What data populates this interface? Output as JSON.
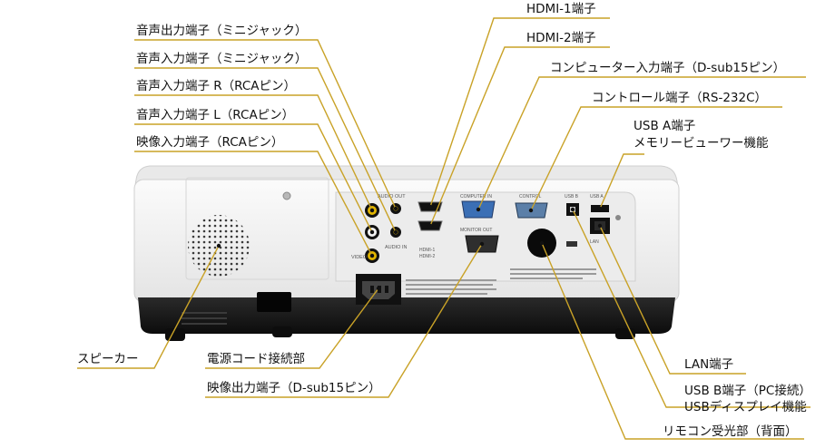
{
  "callouts": {
    "audio_out": "音声出力端子（ミニジャック）",
    "audio_in": "音声入力端子（ミニジャック）",
    "audio_r": "音声入力端子 R（RCAピン）",
    "audio_l": "音声入力端子 L（RCAピン）",
    "video_in": "映像入力端子（RCAピン）",
    "hdmi1": "HDMI-1端子",
    "hdmi2": "HDMI-2端子",
    "computer_in": "コンピューター入力端子（D-sub15ピン）",
    "control": "コントロール端子（RS-232C）",
    "usb_a_line1": "USB A端子",
    "usb_a_line2": "メモリービューワー機能",
    "speaker": "スピーカー",
    "power": "電源コード接続部",
    "monitor_out": "映像出力端子（D-sub15ピン）",
    "lan": "LAN端子",
    "usb_b_line1": "USB B端子（PC接続）",
    "usb_b_line2": "USBディスプレイ機能",
    "remote": "リモコン受光部（背面）"
  },
  "panel": {
    "audio_out": "AUDIO OUT",
    "audio_in": "AUDIO IN",
    "video": "VIDEO",
    "computer_in": "COMPUTER IN",
    "monitor_out": "MONITOR OUT",
    "control": "CONTROL",
    "usb_b": "USB B",
    "usb_a": "USB A",
    "lan": "LAN",
    "hdmi1": "HDMI-1",
    "hdmi2": "HDMI-2"
  },
  "colors": {
    "leader": "#c9a227",
    "body_white": "#f2f2f2",
    "body_black": "#151515",
    "vga_blue": "#3b6fb5"
  }
}
